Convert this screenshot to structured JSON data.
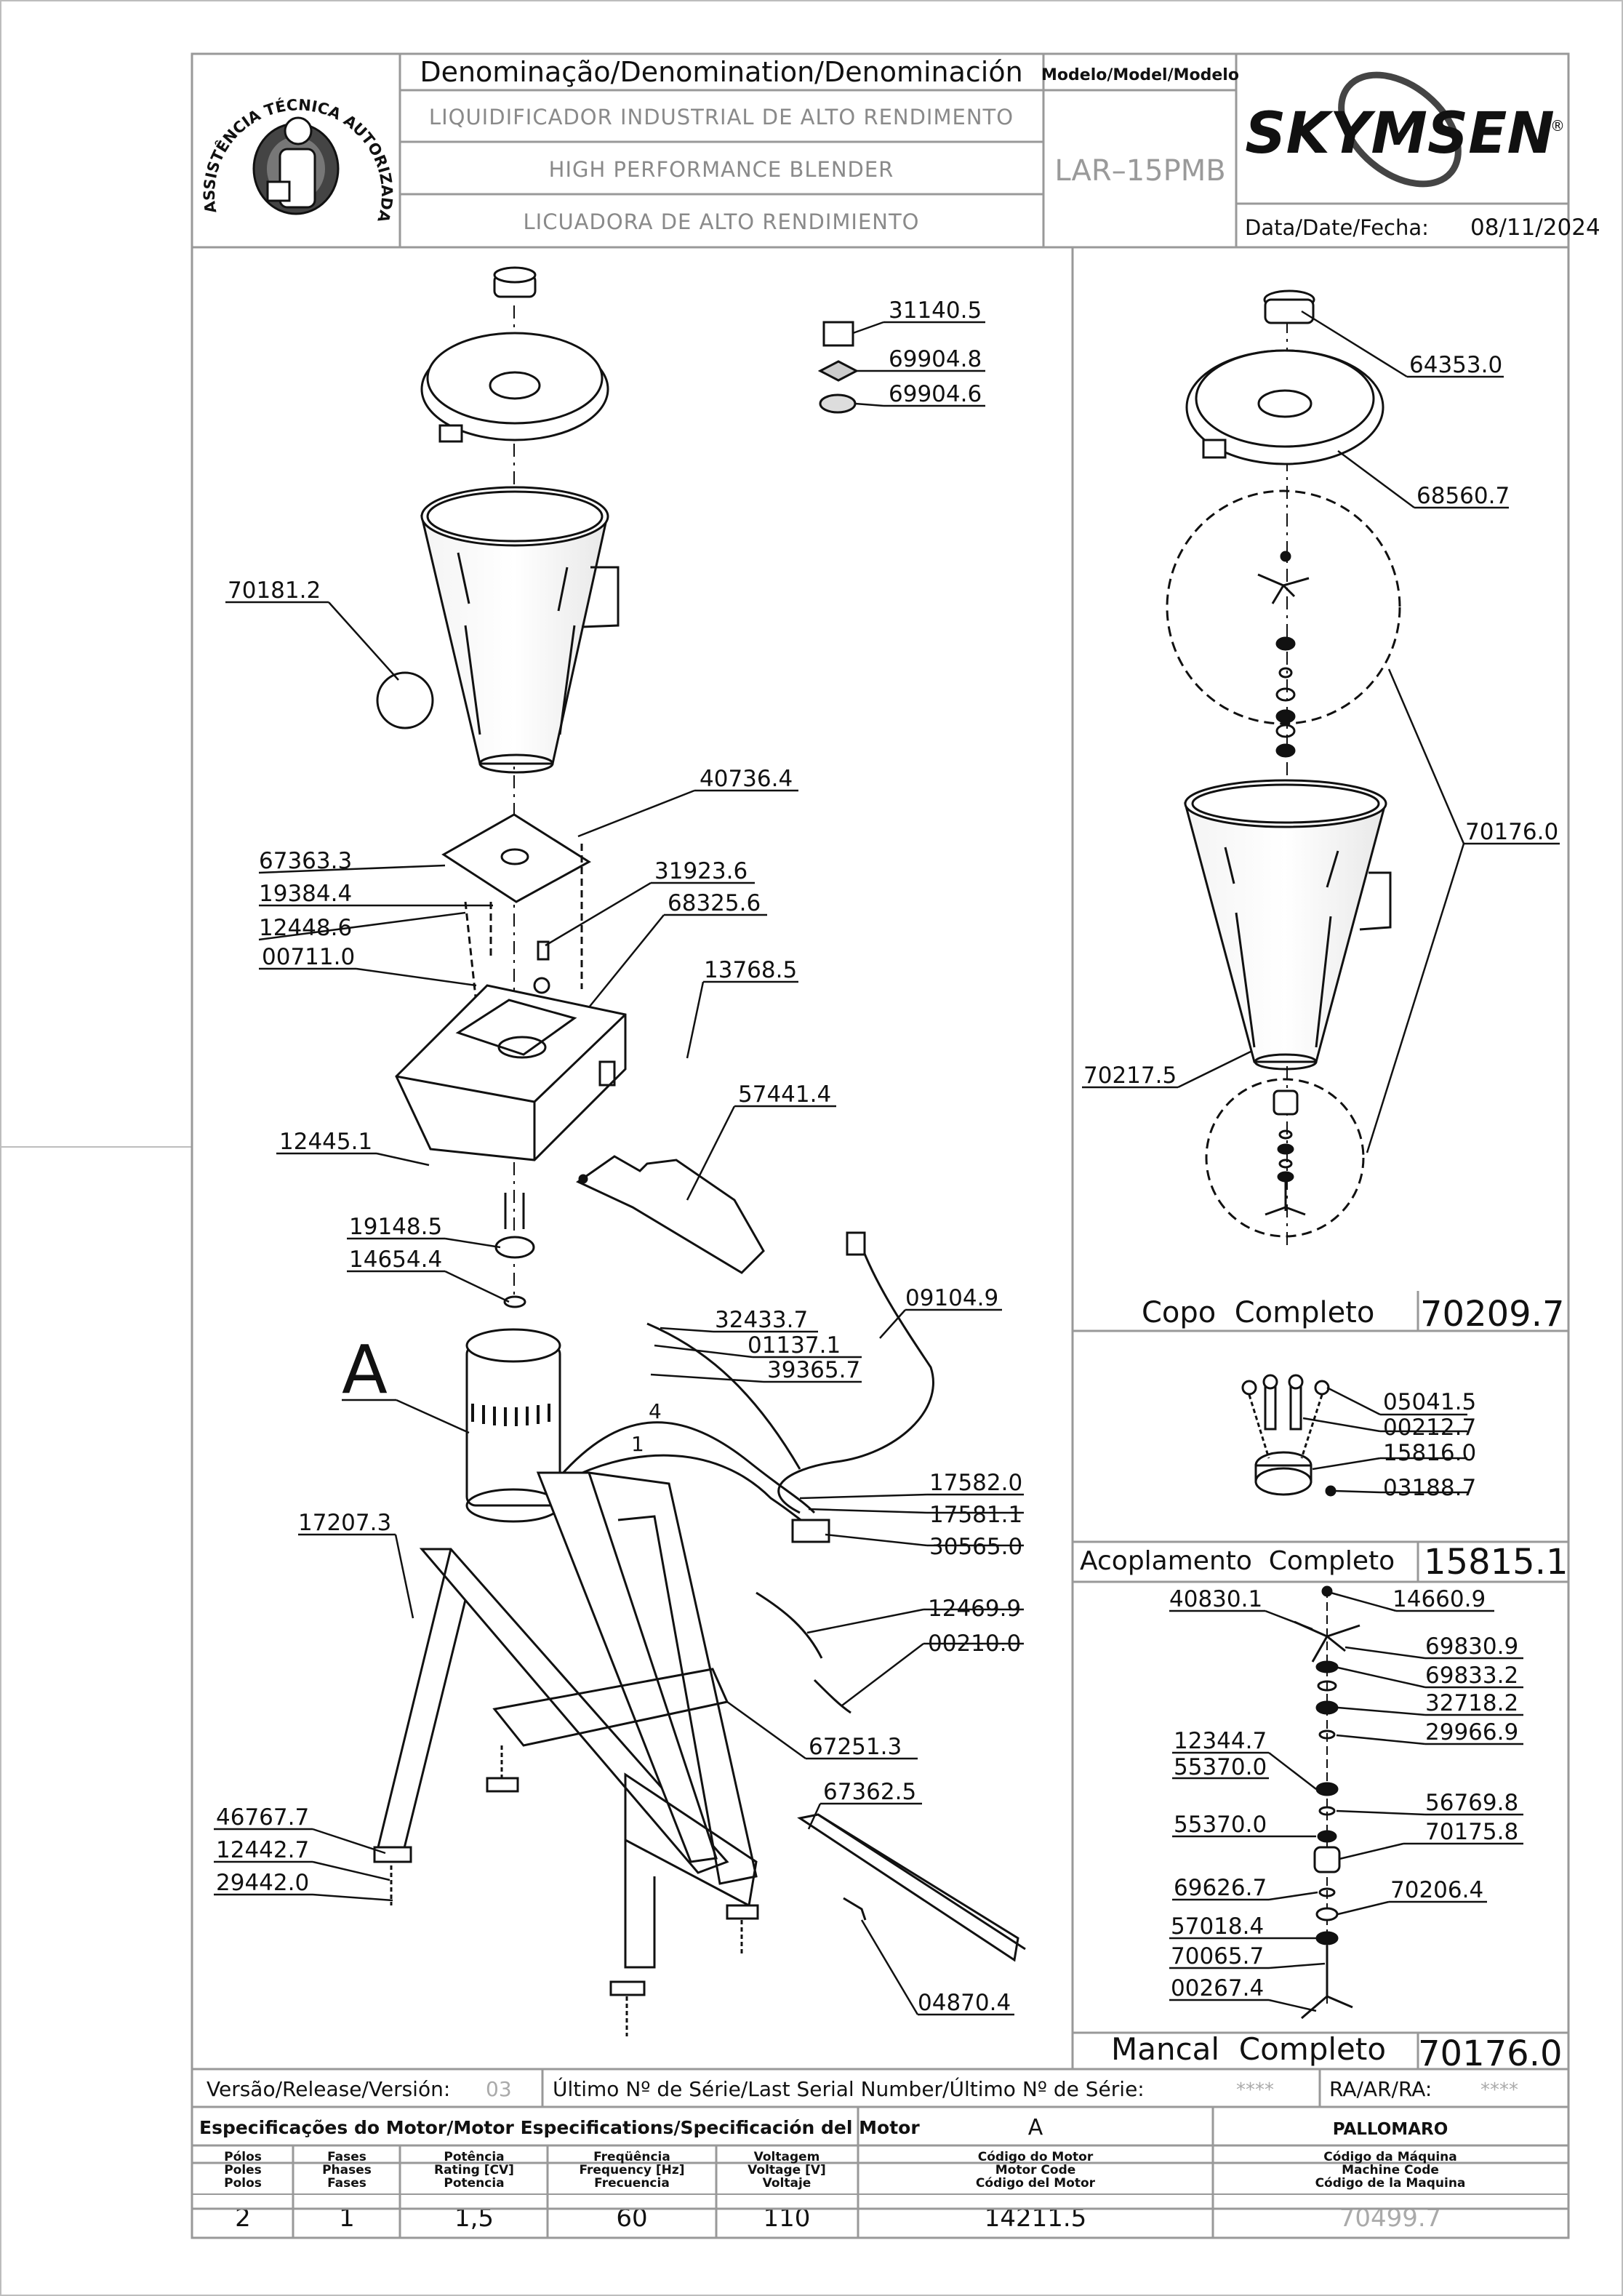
{
  "header": {
    "seal_text": "ASSISTÊNCIA TÉCNICA AUTORIZADA",
    "denomination_title": "Denominação/Denomination/Denominación",
    "denominations": [
      "LIQUIDIFICADOR INDUSTRIAL DE ALTO RENDIMENTO",
      "HIGH PERFORMANCE BLENDER",
      "LICUADORA DE ALTO RENDIMIENTO"
    ],
    "model_label": "Modelo/Model/Modelo",
    "model_value": "LAR–15PMB",
    "brand": "SKYMSEN",
    "brand_mark": "®",
    "date_label": "Data/Date/Fecha:",
    "date_value": "08/11/2024"
  },
  "main_parts": [
    "31140.5",
    "69904.8",
    "69904.6",
    "70181.2",
    "40736.4",
    "67363.3",
    "19384.4",
    "12448.6",
    "31923.6",
    "68325.6",
    "00711.0",
    "13768.5",
    "12445.1",
    "57441.4",
    "19148.5",
    "14654.4",
    "09104.9",
    "32433.7",
    "01137.1",
    "39365.7",
    "A",
    "17582.0",
    "17581.1",
    "30565.0",
    "17207.3",
    "12469.9",
    "00210.0",
    "67251.3",
    "67362.5",
    "46767.7",
    "12442.7",
    "29442.0",
    "04870.4"
  ],
  "wire_marks": [
    "4",
    "1"
  ],
  "cup_panel": {
    "parts": [
      "64353.0",
      "68560.7",
      "70176.0",
      "70217.5"
    ],
    "title": "Copo  Completo",
    "code": "70209.7"
  },
  "coupling_panel": {
    "parts": [
      "05041.5",
      "00212.7",
      "15816.0",
      "03188.7"
    ],
    "title": "Acoplamento  Completo",
    "code": "15815.1"
  },
  "bearing_panel": {
    "parts": [
      "40830.1",
      "14660.9",
      "69830.9",
      "69833.2",
      "32718.2",
      "29966.9",
      "12344.7",
      "55370.0",
      "56769.8",
      "55370.0",
      "70175.8",
      "69626.7",
      "70206.4",
      "57018.4",
      "70065.7",
      "00267.4"
    ],
    "title": "Mancal  Completo",
    "code": "70176.0"
  },
  "footer": {
    "version_label": "Versão/Release/Versión:",
    "version_value": "03",
    "serial_label": "Último Nº de Série/Last Serial Number/Último Nº de Série:",
    "serial_value": "****",
    "ra_label": "RA/AR/RA:",
    "ra_value": "****",
    "motor_spec_title": "Especificações do Motor/Motor Especifications/Specificación del Motor",
    "motor_col_header": "A",
    "machine_col_header": "PALLOMARO",
    "columns": [
      [
        "Pólos",
        "Poles",
        "Polos"
      ],
      [
        "Fases",
        "Phases",
        "Fases"
      ],
      [
        "Potência",
        "Rating [CV]",
        "Potencia"
      ],
      [
        "Freqüência",
        "Frequency [Hz]",
        "Frecuencia"
      ],
      [
        "Voltagem",
        "Voltage [V]",
        "Voltaje"
      ],
      [
        "Código do Motor",
        "Motor Code",
        "Código del Motor"
      ],
      [
        "Código da Máquina",
        "Machine Code",
        "Código de la Maquina"
      ]
    ],
    "values": [
      "2",
      "1",
      "1,5",
      "60",
      "110",
      "14211.5",
      "70499.7"
    ]
  }
}
